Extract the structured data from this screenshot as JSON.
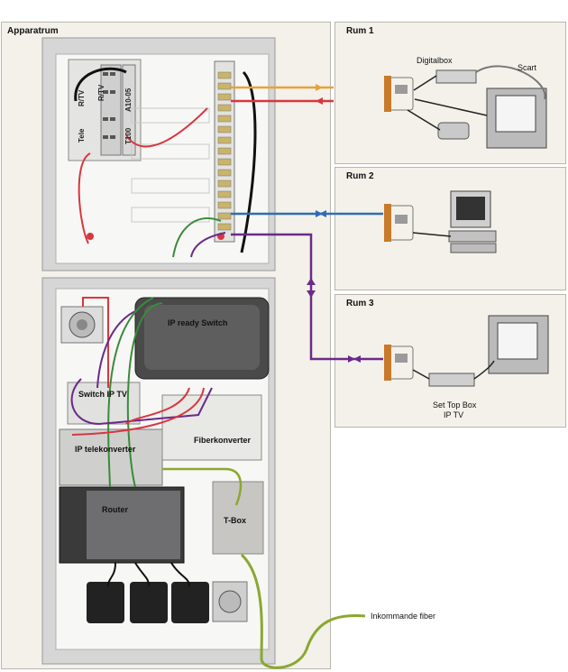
{
  "panels": {
    "apparatrum": "Apparatrum",
    "rum1": "Rum 1",
    "rum2": "Rum 2",
    "rum3": "Rum 3"
  },
  "cabinet_upper": {
    "labels": [
      "R/TV",
      "R/TV",
      "A10-05",
      "Tele",
      "T100"
    ]
  },
  "cabinet_lower": {
    "ip_ready_switch": "IP ready Switch",
    "switch_ip_tv": "Switch IP TV",
    "ip_telekonverter": "IP telekonverter",
    "fiberkonverter": "Fiberkonverter",
    "router": "Router",
    "t_box": "T-Box",
    "inkommande_fiber": "Inkommande fiber"
  },
  "rum1": {
    "digitalbox": "Digitalbox",
    "scart": "Scart"
  },
  "rum3": {
    "set_top_box_line1": "Set Top Box",
    "set_top_box_line2": "IP TV"
  },
  "colors": {
    "orange": "#e8a23a",
    "red": "#d9363e",
    "blue": "#2e6db3",
    "purple": "#6a2a8a",
    "green": "#3a8a3a",
    "fiber": "#8aa830",
    "black": "#111111"
  }
}
